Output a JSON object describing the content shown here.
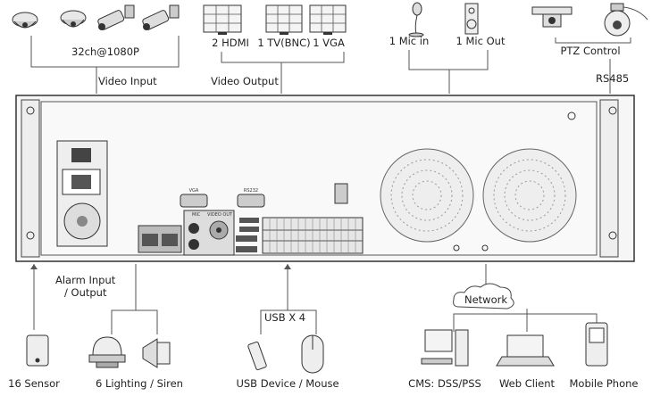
{
  "labels": {
    "cameras": "32ch@1080P",
    "video_input": "Video Input",
    "hdmi": "2 HDMI",
    "tv": "1 TV(BNC)",
    "vga": "1 VGA",
    "video_output": "Video Output",
    "mic_in": "1 Mic in",
    "mic_out": "1 Mic Out",
    "ptz": "PTZ Control",
    "rs485": "RS485",
    "alarm": "Alarm Input",
    "alarm2": "/ Output",
    "usb": "USB X 4",
    "network": "Network",
    "sensor": "16 Sensor",
    "lighting": "6 Lighting / Siren",
    "usb_device": "USB Device / Mouse",
    "cms": "CMS: DSS/PSS",
    "web": "Web Client",
    "mobile": "Mobile Phone"
  },
  "panel": {
    "vga": "VGA",
    "rs232": "RS232",
    "mic": "MIC",
    "video_out": "VIDEO OUT"
  },
  "colors": {
    "line": "#555555",
    "panel_fill": "#f2f2f2",
    "panel_stroke": "#333333"
  }
}
